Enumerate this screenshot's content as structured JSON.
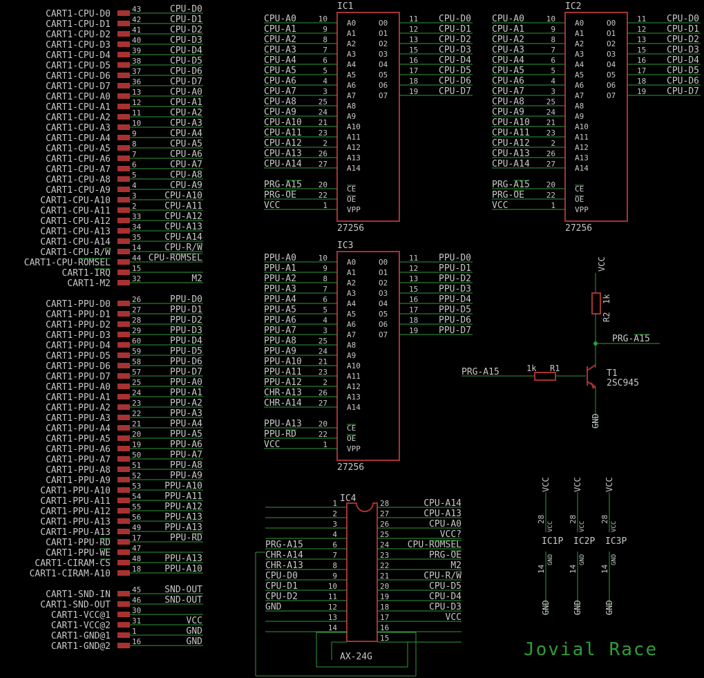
{
  "title": "Jovial Race",
  "connector": {
    "cpu": [
      [
        "CART1-CPU-D0",
        "43",
        "CPU-D0"
      ],
      [
        "CART1-CPU-D1",
        "42",
        "CPU-D1"
      ],
      [
        "CART1-CPU-D2",
        "41",
        "CPU-D2"
      ],
      [
        "CART1-CPU-D3",
        "40",
        "CPU-D3"
      ],
      [
        "CART1-CPU-D4",
        "39",
        "CPU-D4"
      ],
      [
        "CART1-CPU-D5",
        "38",
        "CPU-D5"
      ],
      [
        "CART1-CPU-D6",
        "37",
        "CPU-D6"
      ],
      [
        "CART1-CPU-D7",
        "36",
        "CPU-D7"
      ],
      [
        "CART1-CPU-A0",
        "13",
        "CPU-A0"
      ],
      [
        "CART1-CPU-A1",
        "12",
        "CPU-A1"
      ],
      [
        "CART1-CPU-A2",
        "11",
        "CPU-A2"
      ],
      [
        "CART1-CPU-A3",
        "10",
        "CPU-A3"
      ],
      [
        "CART1-CPU-A4",
        "9",
        "CPU-A4"
      ],
      [
        "CART1-CPU-A5",
        "8",
        "CPU-A5"
      ],
      [
        "CART1-CPU-A6",
        "7",
        "CPU-A6"
      ],
      [
        "CART1-CPU-A7",
        "6",
        "CPU-A7"
      ],
      [
        "CART1-CPU-A8",
        "5",
        "CPU-A8"
      ],
      [
        "CART1-CPU-A9",
        "4",
        "CPU-A9"
      ],
      [
        "CART1-CPU-A10",
        "3",
        "CPU-A10"
      ],
      [
        "CART1-CPU-A11",
        "2",
        "CPU-A11"
      ],
      [
        "CART1-CPU-A12",
        "33",
        "CPU-A12"
      ],
      [
        "CART1-CPU-A13",
        "34",
        "CPU-A13"
      ],
      [
        "CART1-CPU-A14",
        "35",
        "CPU-A14"
      ],
      [
        "CART1-CPU-R/W",
        "14",
        "CPU-R/W"
      ],
      [
        "CART1-CPU-ROMSEL",
        "44",
        "CPU-ROMSEL"
      ],
      [
        "CART1-IRQ",
        "15",
        ""
      ],
      [
        "CART1-M2",
        "32",
        "M2"
      ]
    ],
    "ppu": [
      [
        "CART1-PPU-D0",
        "26",
        "PPU-D0"
      ],
      [
        "CART1-PPU-D1",
        "27",
        "PPU-D1"
      ],
      [
        "CART1-PPU-D2",
        "28",
        "PPU-D2"
      ],
      [
        "CART1-PPU-D3",
        "29",
        "PPU-D3"
      ],
      [
        "CART1-PPU-D4",
        "60",
        "PPU-D4"
      ],
      [
        "CART1-PPU-D5",
        "59",
        "PPU-D5"
      ],
      [
        "CART1-PPU-D6",
        "58",
        "PPU-D6"
      ],
      [
        "CART1-PPU-D7",
        "57",
        "PPU-D7"
      ],
      [
        "CART1-PPU-A0",
        "25",
        "PPU-A0"
      ],
      [
        "CART1-PPU-A1",
        "24",
        "PPU-A1"
      ],
      [
        "CART1-PPU-A2",
        "23",
        "PPU-A2"
      ],
      [
        "CART1-PPU-A3",
        "22",
        "PPU-A3"
      ],
      [
        "CART1-PPU-A4",
        "21",
        "PPU-A4"
      ],
      [
        "CART1-PPU-A5",
        "20",
        "PPU-A5"
      ],
      [
        "CART1-PPU-A6",
        "19",
        "PPU-A6"
      ],
      [
        "CART1-PPU-A7",
        "50",
        "PPU-A7"
      ],
      [
        "CART1-PPU-A8",
        "51",
        "PPU-A8"
      ],
      [
        "CART1-PPU-A9",
        "52",
        "PPU-A9"
      ],
      [
        "CART1-PPU-A10",
        "53",
        "PPU-A10"
      ],
      [
        "CART1-PPU-A11",
        "54",
        "PPU-A11"
      ],
      [
        "CART1-PPU-A12",
        "55",
        "PPU-A12"
      ],
      [
        "CART1-PPU-A13",
        "56",
        "PPU-A13"
      ],
      [
        "CART1-PPU-A13",
        "49",
        "PPU-A13"
      ],
      [
        "CART1-PPU-RD",
        "17",
        "PPU-RD"
      ],
      [
        "CART1-PPU-WE",
        "47",
        ""
      ],
      [
        "CART1-CIRAM-CS",
        "48",
        "PPU-A13"
      ],
      [
        "CART1-CIRAM-A10",
        "18",
        "PPU-A10"
      ]
    ],
    "pwr": [
      [
        "CART1-SND-IN",
        "45",
        "SND-OUT"
      ],
      [
        "CART1-SND-OUT",
        "46",
        "SND-OUT"
      ],
      [
        "CART1-VCC@1",
        "30",
        ""
      ],
      [
        "CART1-VCC@2",
        "31",
        "VCC"
      ],
      [
        "CART1-GND@1",
        "1",
        "GND"
      ],
      [
        "CART1-GND@2",
        "16",
        "GND"
      ]
    ]
  },
  "ic1": {
    "name": "IC1",
    "value": "27256",
    "inputs": [
      [
        "CPU-A0",
        "10",
        "A0"
      ],
      [
        "CPU-A1",
        "9",
        "A1"
      ],
      [
        "CPU-A2",
        "8",
        "A2"
      ],
      [
        "CPU-A3",
        "7",
        "A3"
      ],
      [
        "CPU-A4",
        "6",
        "A4"
      ],
      [
        "CPU-A5",
        "5",
        "A5"
      ],
      [
        "CPU-A6",
        "4",
        "A6"
      ],
      [
        "CPU-A7",
        "3",
        "A7"
      ],
      [
        "CPU-A8",
        "25",
        "A8"
      ],
      [
        "CPU-A9",
        "24",
        "A9"
      ],
      [
        "CPU-A10",
        "21",
        "A10"
      ],
      [
        "CPU-A11",
        "23",
        "A11"
      ],
      [
        "CPU-A12",
        "2",
        "A12"
      ],
      [
        "CPU-A13",
        "26",
        "A13"
      ],
      [
        "CPU-A14",
        "27",
        "A14"
      ]
    ],
    "ctrl": [
      [
        "PRG-A15",
        "20",
        "CE"
      ],
      [
        "PRG-OE",
        "22",
        "OE"
      ],
      [
        "VCC",
        "1",
        "VPP"
      ]
    ],
    "outputs": [
      [
        "O0",
        "11",
        "CPU-D0"
      ],
      [
        "O1",
        "12",
        "CPU-D1"
      ],
      [
        "O2",
        "13",
        "CPU-D2"
      ],
      [
        "O3",
        "15",
        "CPU-D3"
      ],
      [
        "O4",
        "16",
        "CPU-D4"
      ],
      [
        "O5",
        "17",
        "CPU-D5"
      ],
      [
        "O6",
        "18",
        "CPU-D6"
      ],
      [
        "O7",
        "19",
        "CPU-D7"
      ]
    ]
  },
  "ic2": {
    "name": "IC2",
    "value": "27256",
    "inputs": [
      [
        "CPU-A0",
        "10",
        "A0"
      ],
      [
        "CPU-A1",
        "9",
        "A1"
      ],
      [
        "CPU-A2",
        "8",
        "A2"
      ],
      [
        "CPU-A3",
        "7",
        "A3"
      ],
      [
        "CPU-A4",
        "6",
        "A4"
      ],
      [
        "CPU-A5",
        "5",
        "A5"
      ],
      [
        "CPU-A6",
        "4",
        "A6"
      ],
      [
        "CPU-A7",
        "3",
        "A7"
      ],
      [
        "CPU-A8",
        "25",
        "A8"
      ],
      [
        "CPU-A9",
        "24",
        "A9"
      ],
      [
        "CPU-A10",
        "21",
        "A10"
      ],
      [
        "CPU-A11",
        "23",
        "A11"
      ],
      [
        "CPU-A12",
        "2",
        "A12"
      ],
      [
        "CPU-A13",
        "26",
        "A13"
      ],
      [
        "CPU-A14",
        "27",
        "A14"
      ]
    ],
    "ctrl": [
      [
        "PRG-A15",
        "20",
        "CE"
      ],
      [
        "PRG-OE",
        "22",
        "OE"
      ],
      [
        "VCC",
        "1",
        "VPP"
      ]
    ],
    "outputs": [
      [
        "O0",
        "11",
        "CPU-D0"
      ],
      [
        "O1",
        "12",
        "CPU-D1"
      ],
      [
        "O2",
        "13",
        "CPU-D2"
      ],
      [
        "O3",
        "15",
        "CPU-D3"
      ],
      [
        "O4",
        "16",
        "CPU-D4"
      ],
      [
        "O5",
        "17",
        "CPU-D5"
      ],
      [
        "O6",
        "18",
        "CPU-D6"
      ],
      [
        "O7",
        "19",
        "CPU-D7"
      ]
    ]
  },
  "ic3": {
    "name": "IC3",
    "value": "27256",
    "inputs": [
      [
        "PPU-A0",
        "10",
        "A0"
      ],
      [
        "PPU-A1",
        "9",
        "A1"
      ],
      [
        "PPU-A2",
        "8",
        "A2"
      ],
      [
        "PPU-A3",
        "7",
        "A3"
      ],
      [
        "PPU-A4",
        "6",
        "A4"
      ],
      [
        "PPU-A5",
        "5",
        "A5"
      ],
      [
        "PPU-A6",
        "4",
        "A6"
      ],
      [
        "PPU-A7",
        "3",
        "A7"
      ],
      [
        "PPU-A8",
        "25",
        "A8"
      ],
      [
        "PPU-A9",
        "24",
        "A9"
      ],
      [
        "PPU-A10",
        "21",
        "A10"
      ],
      [
        "PPU-A11",
        "23",
        "A11"
      ],
      [
        "PPU-A12",
        "2",
        "A12"
      ],
      [
        "CHR-A13",
        "26",
        "A13"
      ],
      [
        "CHR-A14",
        "27",
        "A14"
      ]
    ],
    "ctrl": [
      [
        "PPU-A13",
        "20",
        "CE"
      ],
      [
        "PPU-RD",
        "22",
        "OE"
      ],
      [
        "VCC",
        "1",
        "VPP"
      ]
    ],
    "outputs": [
      [
        "O0",
        "11",
        "PPU-D0"
      ],
      [
        "O1",
        "12",
        "PPU-D1"
      ],
      [
        "O2",
        "13",
        "PPU-D2"
      ],
      [
        "O3",
        "15",
        "PPU-D3"
      ],
      [
        "O4",
        "16",
        "PPU-D4"
      ],
      [
        "O5",
        "17",
        "PPU-D5"
      ],
      [
        "O6",
        "18",
        "PPU-D6"
      ],
      [
        "O7",
        "19",
        "PPU-D7"
      ]
    ]
  },
  "ic4": {
    "name": "IC4",
    "value": "AX-24G",
    "left": [
      [
        "",
        "1"
      ],
      [
        "",
        "2"
      ],
      [
        "",
        "3"
      ],
      [
        "",
        "4"
      ],
      [
        "PRG-A15",
        "6"
      ],
      [
        "CHR-A14",
        "7"
      ],
      [
        "CHR-A13",
        "8"
      ],
      [
        "CPU-D0",
        "9"
      ],
      [
        "CPU-D1",
        "10"
      ],
      [
        "CPU-D2",
        "11"
      ],
      [
        "GND",
        "12"
      ],
      [
        "",
        "13"
      ],
      [
        "",
        "14"
      ]
    ],
    "right": [
      [
        "CPU-A14",
        "28"
      ],
      [
        "CPU-A13",
        "27"
      ],
      [
        "CPU-A0",
        "26"
      ],
      [
        "VCC?",
        "25"
      ],
      [
        "CPU-ROMSEL",
        "24"
      ],
      [
        "PRG-OE",
        "23"
      ],
      [
        "M2",
        "22"
      ],
      [
        "CPU-R/W",
        "21"
      ],
      [
        "CPU-D5",
        "20"
      ],
      [
        "CPU-D4",
        "19"
      ],
      [
        "CPU-D3",
        "18"
      ],
      [
        "VCC",
        "17"
      ],
      [
        "",
        "16"
      ],
      [
        "",
        "15"
      ]
    ]
  },
  "transistor": {
    "r1_name": "R1",
    "r1_value": "1k",
    "r2_name": "R2",
    "r2_value": "1k",
    "t_name": "T1",
    "t_value": "2SC945",
    "in_net": "PRG-A15",
    "out_net": "PRG-A15",
    "vcc": "VCC",
    "gnd": "GND"
  },
  "power_pins": [
    {
      "name": "IC1P",
      "vcc": "VCC",
      "gnd": "GND",
      "p_vcc": "28",
      "p_gnd": "14",
      "l_vcc": "VCC",
      "l_gnd": "GND"
    },
    {
      "name": "IC2P",
      "vcc": "VCC",
      "gnd": "GND",
      "p_vcc": "28",
      "p_gnd": "14",
      "l_vcc": "VCC",
      "l_gnd": "GND"
    },
    {
      "name": "IC3P",
      "vcc": "VCC",
      "gnd": "GND",
      "p_vcc": "28",
      "p_gnd": "14",
      "l_vcc": "VCC",
      "l_gnd": "GND"
    }
  ],
  "overbars": [
    "R/W:W",
    "ROMSEL:ROMSEL",
    "IRQ:IRQ",
    "RD:RD",
    "WE:WE",
    "CS:CS",
    "OE:OE",
    "PRG-A15:A15"
  ],
  "colors": {
    "wire": "#2f9c3a",
    "part": "#a83232",
    "text": "#c8c8c8",
    "bg": "#000000"
  }
}
